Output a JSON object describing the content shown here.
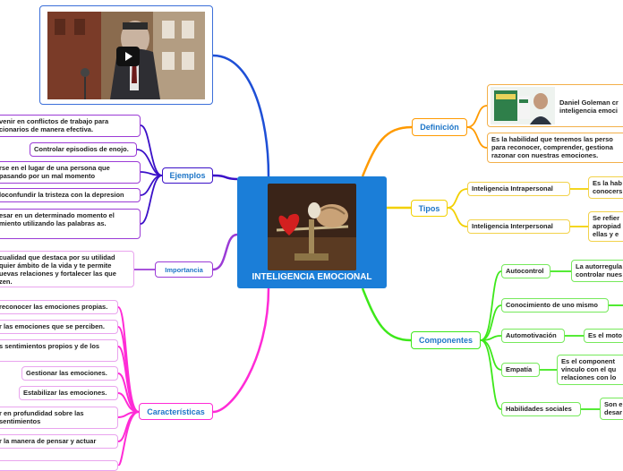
{
  "center": {
    "title": "INTELIGENCIA EMOCIONAL"
  },
  "branches": {
    "ejemplos": "Ejemplos",
    "importancia": "Importancia",
    "caracteristicas": "Características",
    "definicion": "Definición",
    "tipos": "Tipos",
    "componentes": "Componentes"
  },
  "ejemplos": [
    "venir en conflictos de trabajo para cionarios de manera efectiva.",
    "Controlar episodios de enojo.",
    "rse en el lugar de una persona que pasando por un mal momento",
    "loconfundir la tristeza con la depresion",
    "esar en un determinado momento el miento utilizando las palabras as."
  ],
  "importancia": "cualidad que destaca por su utilidad quier ámbito de la vida y te permite uevas relaciones y fortalecer las que zen.",
  "caracteristicas": [
    "reconocer las emociones propias.",
    "r las emociones que se perciben.",
    "s sentimientos propios y de los",
    "Gestionar las emociones.",
    "Estabilizar las emociones.",
    "r en profundidad sobre las sentimientos",
    "r la manera de pensar y actuar"
  ],
  "definicion": {
    "goleman": "Daniel Goleman cr inteligencia emoci",
    "text": "Es la habilidad que tenemos las perso para reconocer, comprender, gestiona razonar con nuestras emociones."
  },
  "tipos": {
    "intra": "Inteligencia Intrapersonal",
    "intra_desc": "Es la hab conocers",
    "inter": "Inteligencia Interpersonal",
    "inter_desc": "Se refier apropiad ellas y e"
  },
  "componentes": {
    "items": [
      "Autocontrol",
      "Conocimiento de uno mismo",
      "Automotivación",
      "Empatía",
      "Habilidades sociales"
    ],
    "autocontrol_desc": "La autorregula controlar nues",
    "automotivacion_desc": "Es el moto",
    "empatia_desc": "Es el component vínculo con el qu relaciones con lo",
    "habilidades_desc": "Son e desar"
  },
  "colors": {
    "ejemplos": "#3a10c8",
    "importancia": "#9b3bd6",
    "caracteristicas": "#ff2bd6",
    "definicion": "#ff9a00",
    "tipos": "#f2d000",
    "componentes": "#3de81a",
    "video": "#1e4fd6",
    "center": "#1b7ed8"
  },
  "icons": {
    "video": "play-icon"
  }
}
